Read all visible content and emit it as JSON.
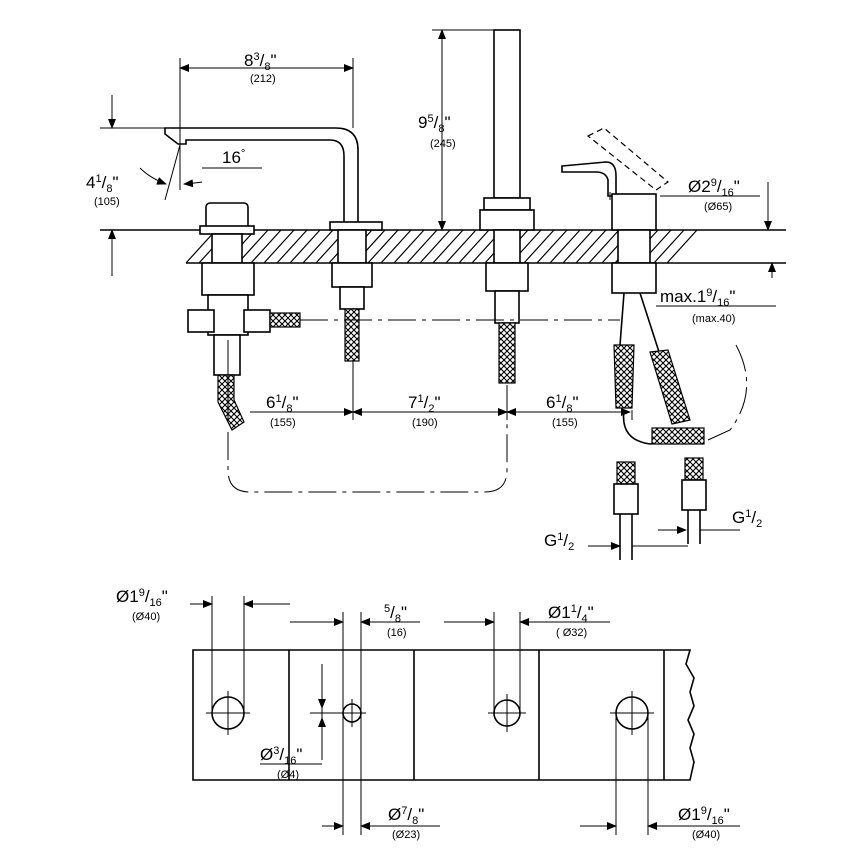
{
  "top_view": {
    "spout_length": {
      "whole": "8",
      "num": "3",
      "den": "8",
      "unit": "\"",
      "mm": "(212)"
    },
    "spout_height": {
      "whole": "4",
      "num": "1",
      "den": "8",
      "unit": "\"",
      "mm": "(105)"
    },
    "spout_angle": {
      "value": "16",
      "unit": "°"
    },
    "shower_height": {
      "whole": "9",
      "num": "5",
      "den": "8",
      "unit": "\"",
      "mm": "(245)"
    },
    "handle_dia": {
      "prefix": "Ø2",
      "num": "9",
      "den": "16",
      "unit": "\"",
      "mm": "(Ø65)"
    },
    "max_thickness": {
      "prefix": "max.1",
      "num": "9",
      "den": "16",
      "unit": "\"",
      "mm": "(max.40)"
    },
    "spacing_1": {
      "whole": "6",
      "num": "1",
      "den": "8",
      "unit": "\"",
      "mm": "(155)"
    },
    "spacing_2": {
      "whole": "7",
      "num": "1",
      "den": "2",
      "unit": "\"",
      "mm": "(190)"
    },
    "spacing_3": {
      "whole": "6",
      "num": "1",
      "den": "8",
      "unit": "\"",
      "mm": "(155)"
    },
    "thread_left": {
      "prefix": "G",
      "num": "1",
      "den": "2"
    },
    "thread_right": {
      "prefix": "G",
      "num": "1",
      "den": "2"
    }
  },
  "bottom_view": {
    "hole_1": {
      "prefix": "Ø1",
      "num": "9",
      "den": "16",
      "unit": "\"",
      "mm": "(Ø40)"
    },
    "offset": {
      "num": "5",
      "den": "8",
      "unit": "\"",
      "mm": "(16)"
    },
    "hole_3": {
      "prefix": "Ø1",
      "num": "1",
      "den": "4",
      "unit": "\"",
      "mm": "( Ø32)"
    },
    "small_hole": {
      "prefix": "Ø",
      "num": "3",
      "den": "16",
      "unit": "\"",
      "mm": "(Ø4)"
    },
    "hole_2": {
      "prefix": "Ø",
      "num": "7",
      "den": "8",
      "unit": "\"",
      "mm": "(Ø23)"
    },
    "hole_4": {
      "prefix": "Ø1",
      "num": "9",
      "den": "16",
      "unit": "\"",
      "mm": "(Ø40)"
    }
  }
}
